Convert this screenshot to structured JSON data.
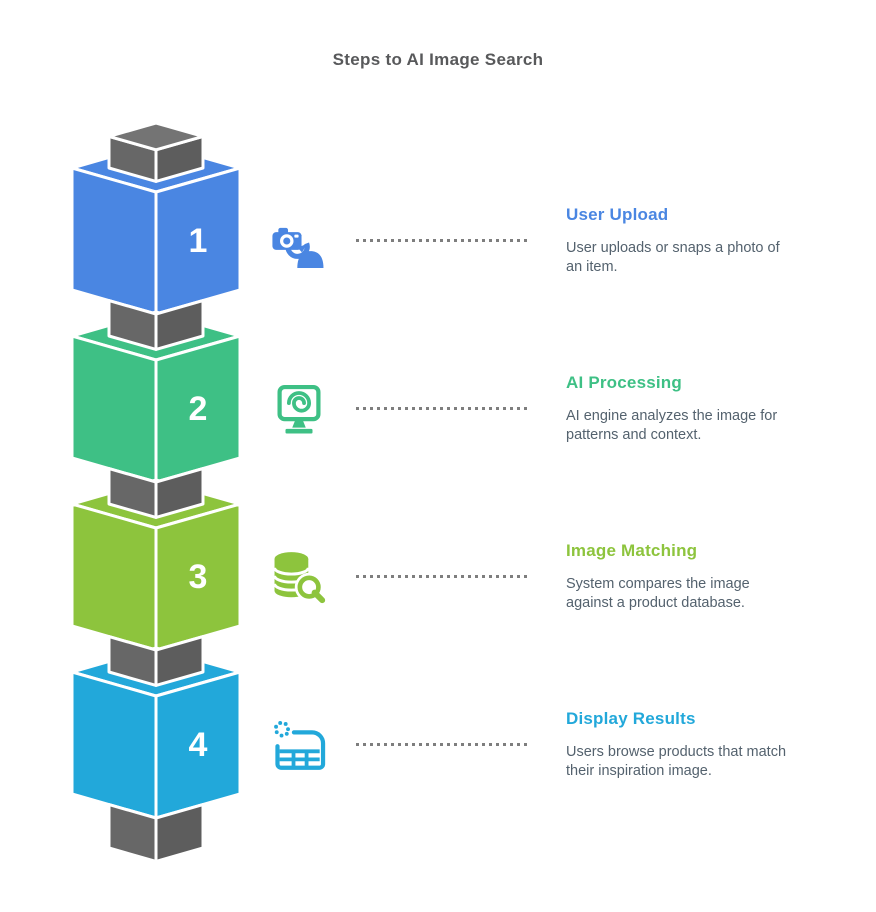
{
  "title": "Steps to AI Image Search",
  "steps": [
    {
      "number": "1",
      "heading": "User Upload",
      "desc_line1": "User uploads or snaps a photo of",
      "desc_line2": "an item.",
      "color": "#4a86e2",
      "icon": "user-photo-upload-icon"
    },
    {
      "number": "2",
      "heading": "AI Processing",
      "desc_line1": "AI engine analyzes the image for",
      "desc_line2": "patterns and context.",
      "color": "#3ec085",
      "icon": "ai-processing-monitor-icon"
    },
    {
      "number": "3",
      "heading": "Image Matching",
      "desc_line1": "System compares the image",
      "desc_line2": "against a product database.",
      "color": "#8dc43d",
      "icon": "database-search-icon"
    },
    {
      "number": "4",
      "heading": "Display Results",
      "desc_line1": "Users browse products that match",
      "desc_line2": "their inspiration image.",
      "color": "#22a8da",
      "icon": "results-grid-icon"
    }
  ],
  "tower": {
    "pillar_left": "#676767",
    "pillar_right": "#5d5d5d",
    "pillar_top": "#747474",
    "edge": "#ffffff",
    "number_color": "#ffffff"
  },
  "text_colors": {
    "title": "#58595b",
    "description": "#54626e",
    "dotted_line": "#7e7e7e"
  }
}
